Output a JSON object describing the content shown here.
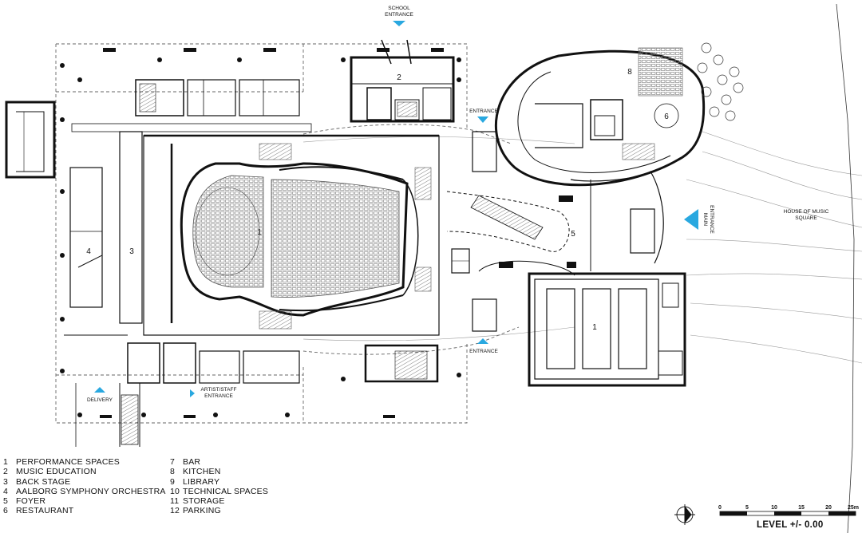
{
  "entrances": {
    "school": [
      "SCHOOL",
      "ENTRANCE"
    ],
    "entrance_top": "ENTRANCE",
    "entrance_bottom": "ENTRANCE",
    "main": [
      "ENTRANCE",
      "MAIN"
    ],
    "delivery": "DELIVERY",
    "artist": [
      "ARTIST/STAFF",
      "ENTRANCE"
    ]
  },
  "square": [
    "HOUSE OF MUSIC",
    "SQUARE"
  ],
  "room_numbers": {
    "music_education": "2",
    "hall": "1",
    "orchestra": "4",
    "back_stage": "3",
    "foyer": "5",
    "kitchen": "8",
    "restaurant": "6",
    "small_hall": "1"
  },
  "legend_left": [
    {
      "num": "1",
      "label": "PERFORMANCE SPACES"
    },
    {
      "num": "2",
      "label": "MUSIC EDUCATION"
    },
    {
      "num": "3",
      "label": "BACK STAGE"
    },
    {
      "num": "4",
      "label": "AALBORG SYMPHONY ORCHESTRA"
    },
    {
      "num": "5",
      "label": "FOYER"
    },
    {
      "num": "6",
      "label": "RESTAURANT"
    }
  ],
  "legend_right": [
    {
      "num": "7",
      "label": "BAR"
    },
    {
      "num": "8",
      "label": "KITCHEN"
    },
    {
      "num": "9",
      "label": "LIBRARY"
    },
    {
      "num": "10",
      "label": "TECHNICAL SPACES"
    },
    {
      "num": "11",
      "label": "STORAGE"
    },
    {
      "num": "12",
      "label": "PARKING"
    }
  ],
  "scale": {
    "ticks": [
      "0",
      "5",
      "10",
      "15",
      "20",
      "25m"
    ],
    "level": "LEVEL +/- 0.00"
  },
  "colors": {
    "wall": "#111111",
    "arrow": "#29a8e0",
    "dashed": "#666666"
  }
}
